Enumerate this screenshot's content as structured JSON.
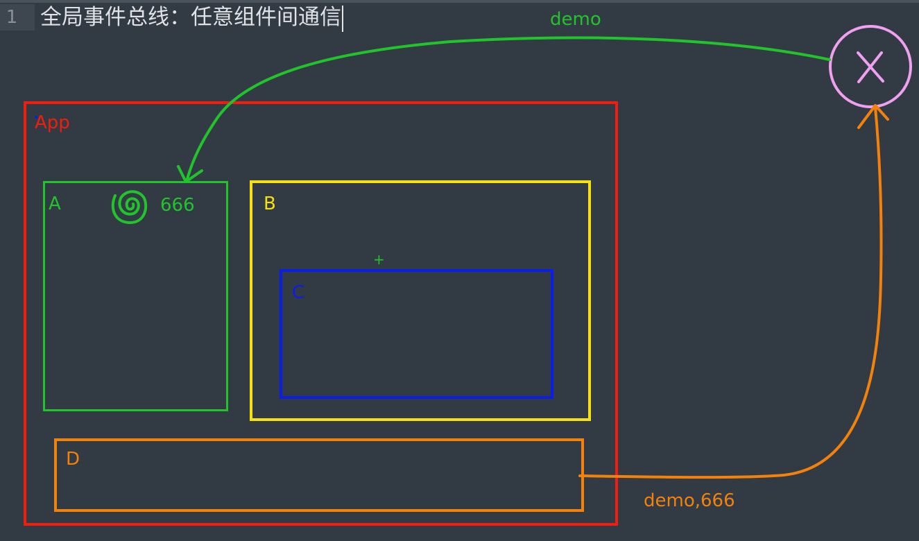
{
  "editor": {
    "line_number": "1",
    "line_text": "全局事件总线：任意组件间通信"
  },
  "diagram": {
    "app_label": "App",
    "a_label": "A",
    "a_value": "666",
    "b_label": "B",
    "c_label": "C",
    "d_label": "D",
    "bus_event_label": "demo",
    "emit_label": "demo,666",
    "plus_mark": "+"
  },
  "colors": {
    "app": "#f01e0e",
    "a": "#22c42b",
    "b": "#f6e10d",
    "c": "#0a1ee8",
    "d": "#f2820b",
    "bus": "#f0a0f0",
    "background": "#323a44"
  },
  "icons": {
    "bus_symbol": "x-in-circle",
    "receive_mark": "spiral-scribble"
  }
}
